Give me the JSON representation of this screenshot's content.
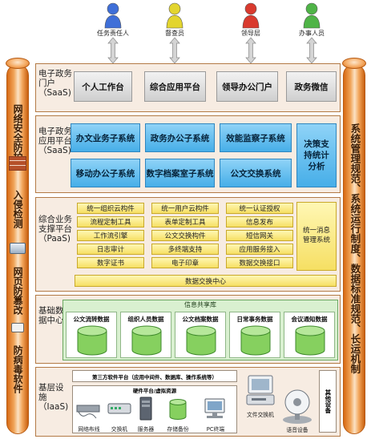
{
  "users": [
    {
      "label": "任务责任人",
      "color": "#3f6fd8"
    },
    {
      "label": "督查员",
      "color": "#e3d52f"
    },
    {
      "label": "领导层",
      "color": "#d93a2e"
    },
    {
      "label": "办事人员",
      "color": "#4fb447"
    }
  ],
  "left_pillar": {
    "segments": [
      "网络安全防护",
      "入侵检测",
      "网页防篡改",
      "防病毒软件"
    ]
  },
  "right_pillar": {
    "text": "系统管理规范、系统运行制度、数据标准规范、长运机制"
  },
  "portal": {
    "title": "电子政务门户（SaaS)",
    "items": [
      "个人工作台",
      "综合应用平台",
      "领导办公门户",
      "政务微信"
    ]
  },
  "apps": {
    "title": "电子政务应用平台（SaaS)",
    "items": [
      "办文业务子系统",
      "政务办公子系统",
      "效能监察子系统",
      "移动办公子系统",
      "数字档案室子系统",
      "公文交换系统"
    ],
    "side": "决策支持统计分析"
  },
  "support": {
    "title": "综合业务支撑平台（PaaS)",
    "cells": [
      "统一组织云构件",
      "统一用户云构件",
      "统一认证授权",
      "流程定制工具",
      "表单定制工具",
      "信息发布",
      "工作流引擎",
      "公文交换构件",
      "短信网关",
      "日志审计",
      "多终端支持",
      "应用服务接入",
      "数字证书",
      "电子印章",
      "数据交换接口"
    ],
    "side": "统一消息管理系统",
    "bottom": "数据交换中心"
  },
  "data": {
    "title": "基础数据中心",
    "share": "信息共享库",
    "dbs": [
      "公文流转数据",
      "组织人员数据",
      "公文档案数据",
      "日常事务数据",
      "会议通知数据"
    ]
  },
  "infra": {
    "title": "基层设施（IaaS)",
    "middleware": "第三方软件平台（应用中间件、数据库、操作系统等）",
    "hw_title": "硬件平台/虚拟资源",
    "hw": [
      "网络布线",
      "交换机",
      "服务器",
      "存储备份",
      "PC终端"
    ],
    "exchange": "文件交换机",
    "voice": "语音设备",
    "other": "其他设备"
  }
}
